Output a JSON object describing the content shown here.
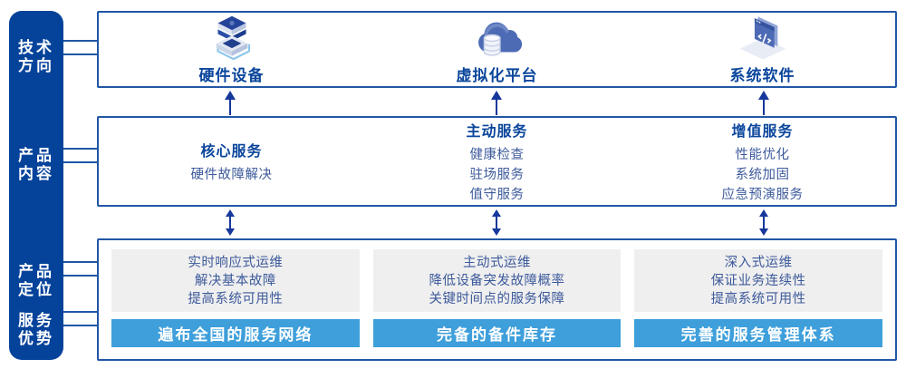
{
  "colors": {
    "sidebar_bg": "#05439B",
    "box_border": "#2156A6",
    "heading_text": "#0B469C",
    "body_text": "#3D5A9B",
    "banner_bg": "#3E9FDB",
    "banner_text": "#FFFFFF",
    "gray_panel": "#EFEFEF",
    "arrow": "#16379B",
    "connector": "#2156A6"
  },
  "sidebar": {
    "items": [
      {
        "label": "技术方向"
      },
      {
        "label": "产品内容"
      },
      {
        "label": "产品定位"
      },
      {
        "label": "服务优势"
      }
    ]
  },
  "tech_row": {
    "items": [
      {
        "icon": "server-stack-icon",
        "label": "硬件设备"
      },
      {
        "icon": "cloud-database-icon",
        "label": "虚拟化平台"
      },
      {
        "icon": "code-window-icon",
        "label": "系统软件"
      }
    ]
  },
  "products_row": {
    "columns": [
      {
        "heading": "核心服务",
        "items": [
          "硬件故障解决"
        ]
      },
      {
        "heading": "主动服务",
        "items": [
          "健康检查",
          "驻场服务",
          "值守服务"
        ]
      },
      {
        "heading": "增值服务",
        "items": [
          "性能优化",
          "系统加固",
          "应急预演服务"
        ]
      }
    ]
  },
  "positioning_row": {
    "columns": [
      {
        "lines": [
          "实时响应式运维",
          "解决基本故障",
          "提高系统可用性"
        ],
        "banner": "遍布全国的服务网络"
      },
      {
        "lines": [
          "主动式运维",
          "降低设备突发故障概率",
          "关键时间点的服务保障"
        ],
        "banner": "完备的备件库存"
      },
      {
        "lines": [
          "深入式运维",
          "保证业务连续性",
          "提高系统可用性"
        ],
        "banner": "完善的服务管理体系"
      }
    ]
  }
}
